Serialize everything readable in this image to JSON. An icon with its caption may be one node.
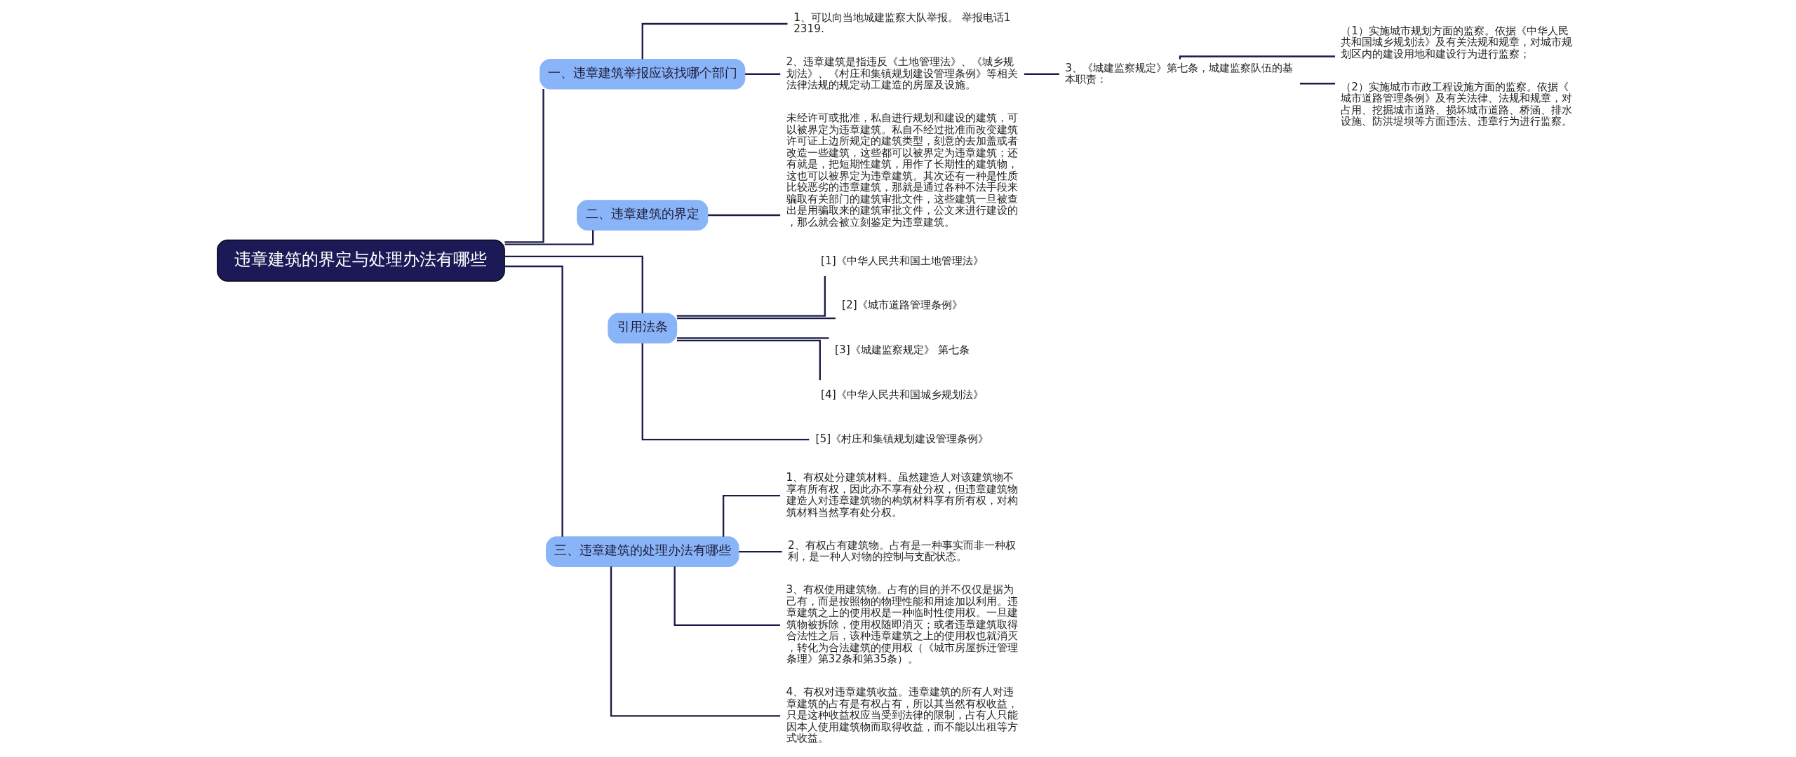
{
  "diagram": {
    "nodes": [
      {
        "text": [
          "违章建筑的界定与处理办法有哪些"
        ]
      },
      {
        "text": [
          "一、违章建筑举报应该找哪个部门"
        ]
      },
      {
        "text": [
          "1、可以向当地城建监察大队举报。 举报电话12319."
        ]
      },
      {
        "text": [
          "2、违章建筑是指违反《土地管理法》、《城乡规划法》、《村庄和集镇规划建设管理条例》等相关法律法规的规定动工建造的房屋及设施。"
        ]
      },
      {
        "text": [
          "3、《城建监察规定》第七条，城建监察队伍的基本职责："
        ]
      },
      {
        "text": [
          "（1）实施城市规划方面的监察。依据《中华人民共和国城乡规划法》及有关法规和规章，对城市规划区内的建设用地和建设行为进行监察；"
        ]
      },
      {
        "text": [
          "（2）实施城市市政工程设施方面的监察。依据《城市道路管理条例》及有关法律、法规和规章，对占用、挖掘城市道路、损坏城市道路、桥涵、排水设施、防洪堤坝等方面违法、违章行为进行监察。"
        ]
      },
      {
        "text": [
          "二、违章建筑的界定"
        ]
      },
      {
        "text": [
          "未经许可或批准，私自进行规划和建设的建筑，可以被界定为违章建筑。私自不经过批准而改变建筑许可证上边所规定的建筑类型，刻意的去加盖或者改造一些建筑，这些都可以被界定为违章建筑；还有就是，把短期性建筑，用作了长期性的建筑物，这也可以被界定为违章建筑。其次还有一种是性质比较恶劣的违章建筑，那就是通过各种不法手段来骗取有关部门的建筑审批文件，这些建筑一旦被查出是用骗取来的建筑审批文件，公文来进行建设的，那么就会被立刻鉴定为违章建筑。"
        ]
      },
      {
        "text": [
          "引用法条"
        ]
      },
      {
        "text": [
          "[1]《中华人民共和国土地管理法》"
        ]
      },
      {
        "text": [
          "[2]《城市道路管理条例》"
        ]
      },
      {
        "text": [
          "[3]《城建监察规定》 第七条"
        ]
      },
      {
        "text": [
          "[4]《中华人民共和国城乡规划法》"
        ]
      },
      {
        "text": [
          "[5]《村庄和集镇规划建设管理条例》"
        ]
      },
      {
        "text": [
          "三、违章建筑的处理办法有哪些"
        ]
      },
      {
        "text": [
          "1、有权处分建筑材料。虽然建造人对该建筑物不享有所有权，因此亦不享有处分权，但违章建筑物建造人对违章建筑物的构筑材料享有所有权，对构筑材料当然享有处分权。"
        ]
      },
      {
        "text": [
          "2、有权占有建筑物。占有是一种事实而非一种权利，是一种人对物的控制与支配状态。"
        ]
      },
      {
        "text": [
          "3、有权使用建筑物。占有的目的并不仅仅是据为己有，而是按照物的物理性能和用途加以利用。违章建筑之上的使用权是一种临时性使用权。一旦建筑物被拆除，使用权随即消灭；或者违章建筑取得合法性之后，该种违章建筑之上的使用权也就消灭，转化为合法建筑的使用权（《城市房屋拆迁管理条理》第32条和第35条）。"
        ]
      },
      {
        "text": [
          "4、有权对违章建筑收益。违章建筑的所有人对违章建筑的占有是有权占有，所以其当然有权收益，只是这种收益权应当受到法律的限制，占有人只能因本人使用建筑物而取得收益，而不能以出租等方式收益。"
        ]
      }
    ],
    "edges": [
      {
        "from": 0,
        "to": 1,
        "arrow": "none"
      },
      {
        "from": 1,
        "to": 2,
        "arrow": "none"
      },
      {
        "from": 1,
        "to": 3,
        "arrow": "none"
      },
      {
        "from": 3,
        "to": 4,
        "arrow": "none"
      },
      {
        "from": 4,
        "to": 5,
        "arrow": "none"
      },
      {
        "from": 4,
        "to": 6,
        "arrow": "none"
      },
      {
        "from": 0,
        "to": 7,
        "arrow": "none"
      },
      {
        "from": 7,
        "to": 8,
        "arrow": "none"
      },
      {
        "from": 0,
        "to": 9,
        "arrow": "none"
      },
      {
        "from": 9,
        "to": 10,
        "arrow": "none"
      },
      {
        "from": 9,
        "to": 11,
        "arrow": "none"
      },
      {
        "from": 9,
        "to": 12,
        "arrow": "none"
      },
      {
        "from": 9,
        "to": 13,
        "arrow": "none"
      },
      {
        "from": 9,
        "to": 14,
        "arrow": "none"
      },
      {
        "from": 0,
        "to": 15,
        "arrow": "none"
      },
      {
        "from": 15,
        "to": 16,
        "arrow": "none"
      },
      {
        "from": 15,
        "to": 17,
        "arrow": "none"
      },
      {
        "from": 15,
        "to": 18,
        "arrow": "none"
      },
      {
        "from": 15,
        "to": 19,
        "arrow": "none"
      }
    ]
  }
}
